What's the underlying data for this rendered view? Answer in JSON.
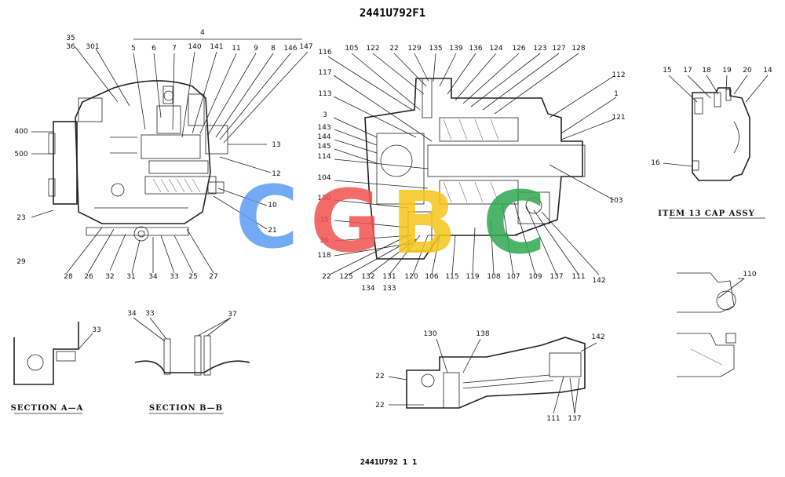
{
  "title": "2441U792F1",
  "footer": "2441U792 1 1",
  "captions": {
    "item13": "ITEM 13  CAP ASSY",
    "section_a": "SECTION A—A",
    "section_b": "SECTION B—B"
  },
  "watermark": {
    "letters": [
      "C",
      "G",
      "B",
      "C"
    ],
    "colors": [
      "#5b9cf5",
      "#f0524f",
      "#f5c518",
      "#2fa84f"
    ]
  },
  "callouts": {
    "left_top": [
      "35",
      "36",
      "301",
      "5",
      "6",
      "7",
      "140",
      "141",
      "11",
      "9",
      "8",
      "146",
      "147"
    ],
    "left_top_4": "4",
    "left_side": [
      "400",
      "500",
      "23",
      "29"
    ],
    "left_right": [
      "13",
      "12",
      "10",
      "21"
    ],
    "left_bottom": [
      "28",
      "26",
      "32",
      "31",
      "34",
      "33",
      "25",
      "27"
    ],
    "mid_top": [
      "116",
      "105",
      "122",
      "22",
      "129",
      "135",
      "139",
      "136",
      "124",
      "126",
      "123",
      "127",
      "128"
    ],
    "mid_left": [
      "117",
      "113",
      "3",
      "143",
      "144",
      "145",
      "114",
      "104",
      "130",
      "35",
      "36",
      "118"
    ],
    "mid_right": [
      "112",
      "1",
      "121",
      "103"
    ],
    "mid_bottom": [
      "22",
      "125",
      "132",
      "134",
      "131",
      "133",
      "120",
      "106",
      "115",
      "119",
      "108",
      "107",
      "109",
      "137",
      "111",
      "142"
    ],
    "cap": [
      "15",
      "17",
      "18",
      "19",
      "20",
      "14",
      "16"
    ],
    "detail": "110",
    "sec_a": "33",
    "sec_b": [
      "34",
      "33",
      "37"
    ],
    "bottom_detail": [
      "130",
      "138",
      "142",
      "22",
      "22",
      "111",
      "137"
    ]
  }
}
